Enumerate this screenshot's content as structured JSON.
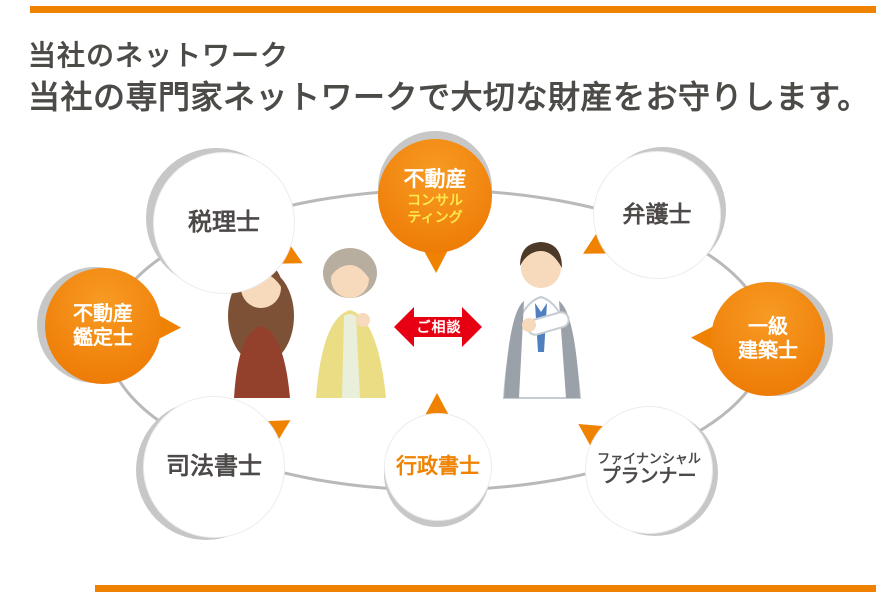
{
  "header": {
    "title_line1": "当社のネットワーク",
    "title_line2": "当社の専門家ネットワークで大切な財産をお守りします。"
  },
  "center": {
    "arrow_label": "ご相談"
  },
  "nodes": {
    "tax_accountant": {
      "label": "税理士"
    },
    "re_consulting": {
      "line1": "不動産",
      "line2": "コンサル",
      "line3": "ティング"
    },
    "lawyer": {
      "label": "弁護士"
    },
    "re_appraiser": {
      "line1": "不動産",
      "line2": "鑑定士"
    },
    "architect": {
      "line1": "一級",
      "line2": "建築士"
    },
    "judicial_scrivener": {
      "label": "司法書士"
    },
    "administrative_scrivener": {
      "label": "行政書士"
    },
    "financial_planner": {
      "line1": "ファイナンシャル",
      "line2": "プランナー"
    }
  },
  "palette": {
    "accent_orange": "#ef8200",
    "arrow_red": "#e60012",
    "title_gray": "#4d4b48",
    "ring_gray": "#b9b9b9",
    "shadow_gray": "#c7c7c7"
  }
}
